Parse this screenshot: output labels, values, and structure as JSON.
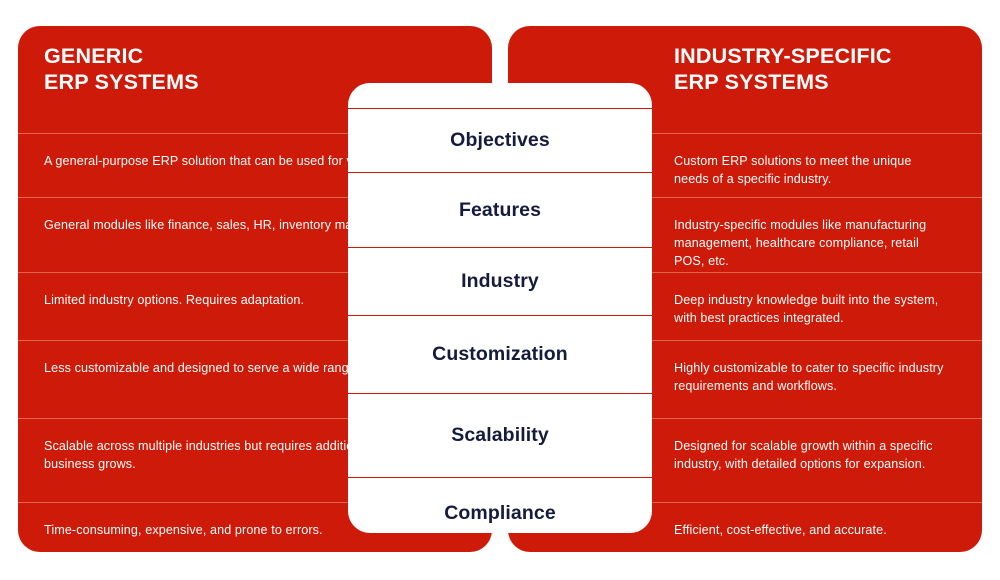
{
  "colors": {
    "red": "#CE1A08",
    "navy": "#151B3D",
    "white": "#FFFFFF",
    "divider_light": "#E0644F"
  },
  "left_panel": {
    "title": "GENERIC\nERP SYSTEMS",
    "rows": [
      "A general-purpose ERP solution that can be used for various industries.",
      "General modules like finance, sales, HR, inventory management, etc.",
      "Limited industry options. Requires adaptation.",
      "Less customizable and designed to serve a wide range of businesses.",
      "Scalable across multiple industries but requires additional features as a business grows.",
      "Time-consuming, expensive, and prone to errors."
    ]
  },
  "centre_column": {
    "rows": [
      "Objectives",
      "Features",
      "Industry",
      "Customization",
      "Scalability",
      "Compliance"
    ]
  },
  "right_panel": {
    "title": "INDUSTRY-SPECIFIC\nERP SYSTEMS",
    "rows": [
      "Custom ERP solutions to meet the unique needs of a specific industry.",
      "Industry-specific modules like manufacturing management, healthcare compliance, retail POS, etc.",
      "Deep industry knowledge built into the system, with best practices integrated.",
      "Highly customizable to cater to specific industry requirements and workflows.",
      "Designed for scalable growth within a specific industry, with detailed options for expansion.",
      "Efficient, cost-effective, and accurate."
    ]
  }
}
